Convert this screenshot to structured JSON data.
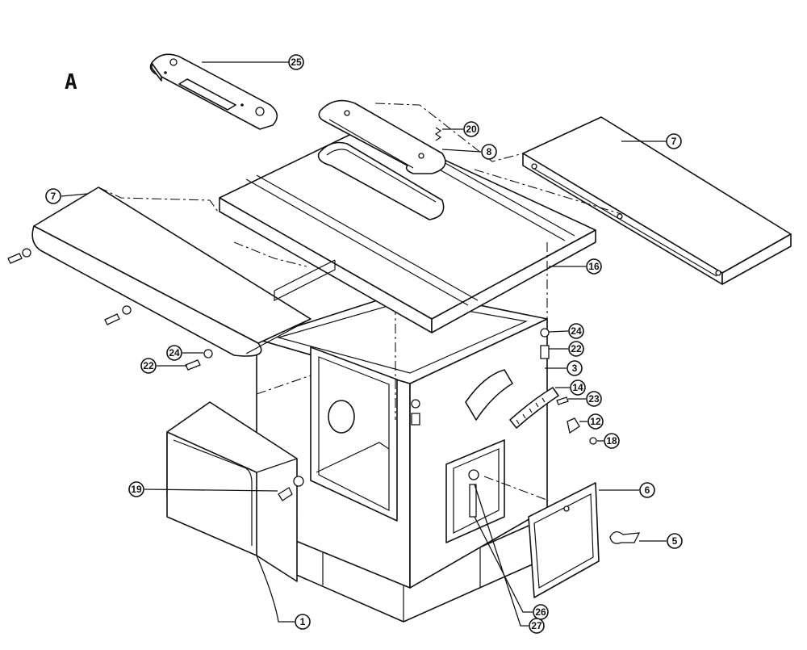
{
  "view_label": "A",
  "callouts": [
    {
      "id": "c25",
      "label": "25"
    },
    {
      "id": "c20",
      "label": "20"
    },
    {
      "id": "c8",
      "label": "8"
    },
    {
      "id": "c7r",
      "label": "7"
    },
    {
      "id": "c7l",
      "label": "7"
    },
    {
      "id": "c16",
      "label": "16"
    },
    {
      "id": "c24r",
      "label": "24"
    },
    {
      "id": "c22r",
      "label": "22"
    },
    {
      "id": "c3",
      "label": "3"
    },
    {
      "id": "c14",
      "label": "14"
    },
    {
      "id": "c23",
      "label": "23"
    },
    {
      "id": "c12",
      "label": "12"
    },
    {
      "id": "c18",
      "label": "18"
    },
    {
      "id": "c24l",
      "label": "24"
    },
    {
      "id": "c22l",
      "label": "22"
    },
    {
      "id": "c19",
      "label": "19"
    },
    {
      "id": "c6",
      "label": "6"
    },
    {
      "id": "c5",
      "label": "5"
    },
    {
      "id": "c1",
      "label": "1"
    },
    {
      "id": "c26",
      "label": "26"
    },
    {
      "id": "c27",
      "label": "27"
    }
  ]
}
